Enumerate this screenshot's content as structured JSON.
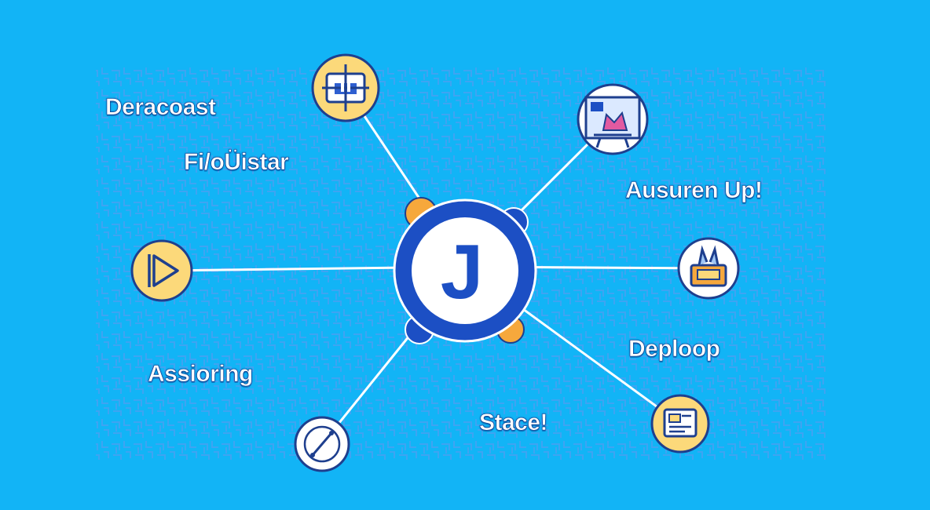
{
  "hub": {
    "letter": "J",
    "icon": "j-logo-icon"
  },
  "labels": {
    "top_left_1": "Deracoast",
    "top_left_2": "Fi/oÜistar",
    "right_1": "Ausuren Up!",
    "right_2": "Deploop",
    "bottom_left": "Assioring",
    "bottom_center": "Stace!"
  },
  "nodes": [
    {
      "id": "node-top",
      "icon": "network-chart-icon"
    },
    {
      "id": "node-top-right",
      "icon": "presentation-board-icon"
    },
    {
      "id": "node-right",
      "icon": "kit-box-icon"
    },
    {
      "id": "node-bottom-right",
      "icon": "document-card-icon"
    },
    {
      "id": "node-bottom",
      "icon": "compass-icon"
    },
    {
      "id": "node-left",
      "icon": "play-arrow-icon"
    }
  ],
  "colors": {
    "background": "#12b4f6",
    "pattern": "#4c9ef0",
    "hub_blue": "#1c4fc4",
    "accent_orange": "#f6a83c",
    "node_fill": "#fcd97a",
    "node_white": "#ffffff",
    "outline": "#1e3f8e"
  }
}
